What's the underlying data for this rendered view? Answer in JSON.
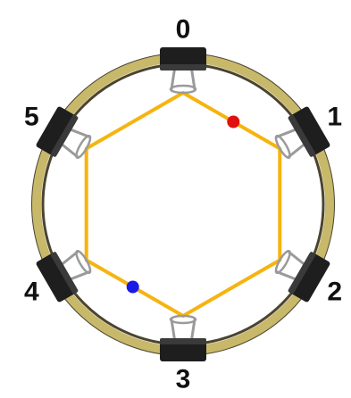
{
  "clips": [
    {
      "label": "0",
      "angle": -90
    },
    {
      "label": "1",
      "angle": -30
    },
    {
      "label": "2",
      "angle": 30
    },
    {
      "label": "3",
      "angle": 90
    },
    {
      "label": "4",
      "angle": 150
    },
    {
      "label": "5",
      "angle": -150
    }
  ],
  "dots": [
    {
      "name": "red-dot",
      "color": "#e01010",
      "edge": [
        0,
        1
      ],
      "t": 0.52
    },
    {
      "name": "blue-dot",
      "color": "#1a1ae6",
      "edge": [
        3,
        4
      ],
      "t": 0.52
    }
  ],
  "colors": {
    "ring_fill": "#c8b86a",
    "ring_dark": "#4a4430",
    "hexagon": "#f5b40f",
    "clip": "#1e1e1e",
    "wire": "#9a9a9a"
  }
}
